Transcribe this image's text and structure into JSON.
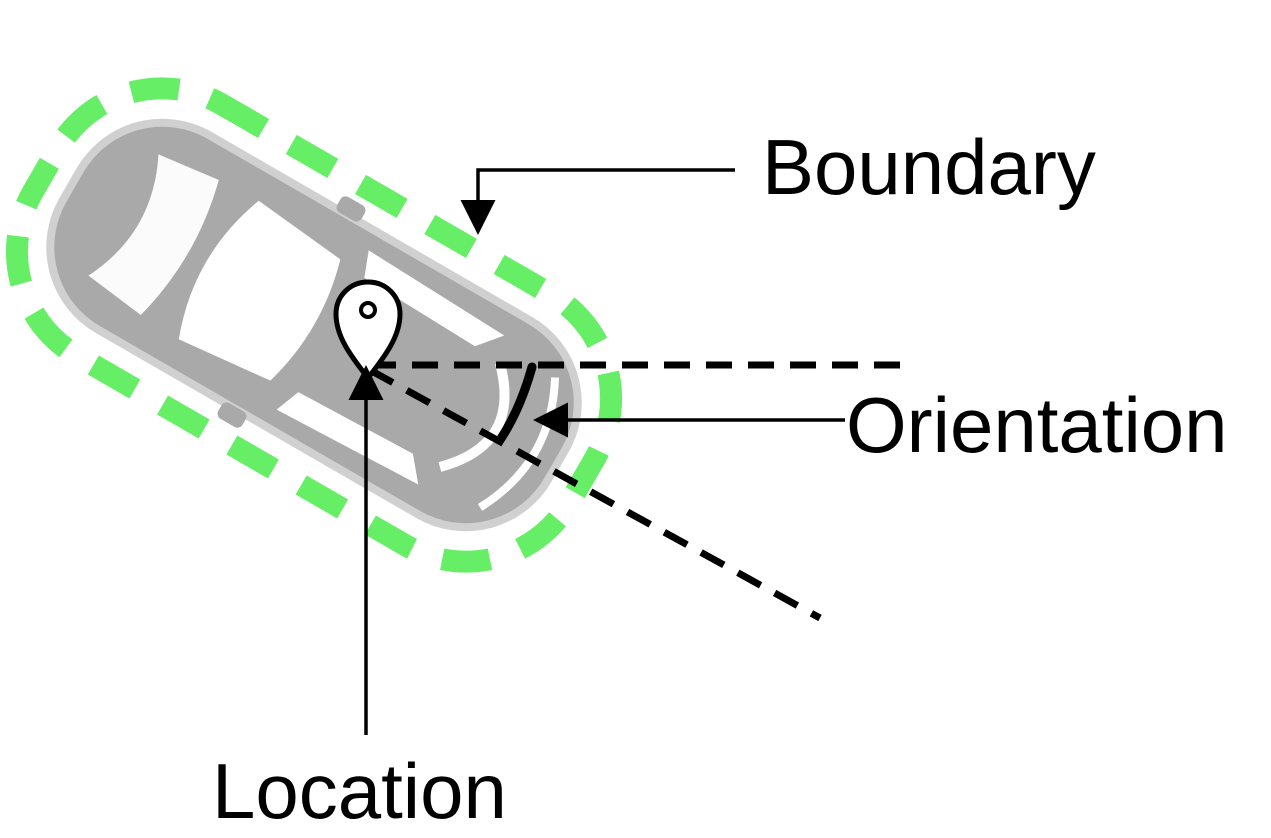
{
  "labels": {
    "boundary": "Boundary",
    "orientation": "Orientation",
    "location": "Location"
  },
  "colors": {
    "boundary": "#66ef66",
    "car_body": "#a9a9a9",
    "ink": "#000000"
  },
  "icons": {
    "location_marker": "map-pin-icon",
    "vehicle": "car-top-view-icon"
  }
}
